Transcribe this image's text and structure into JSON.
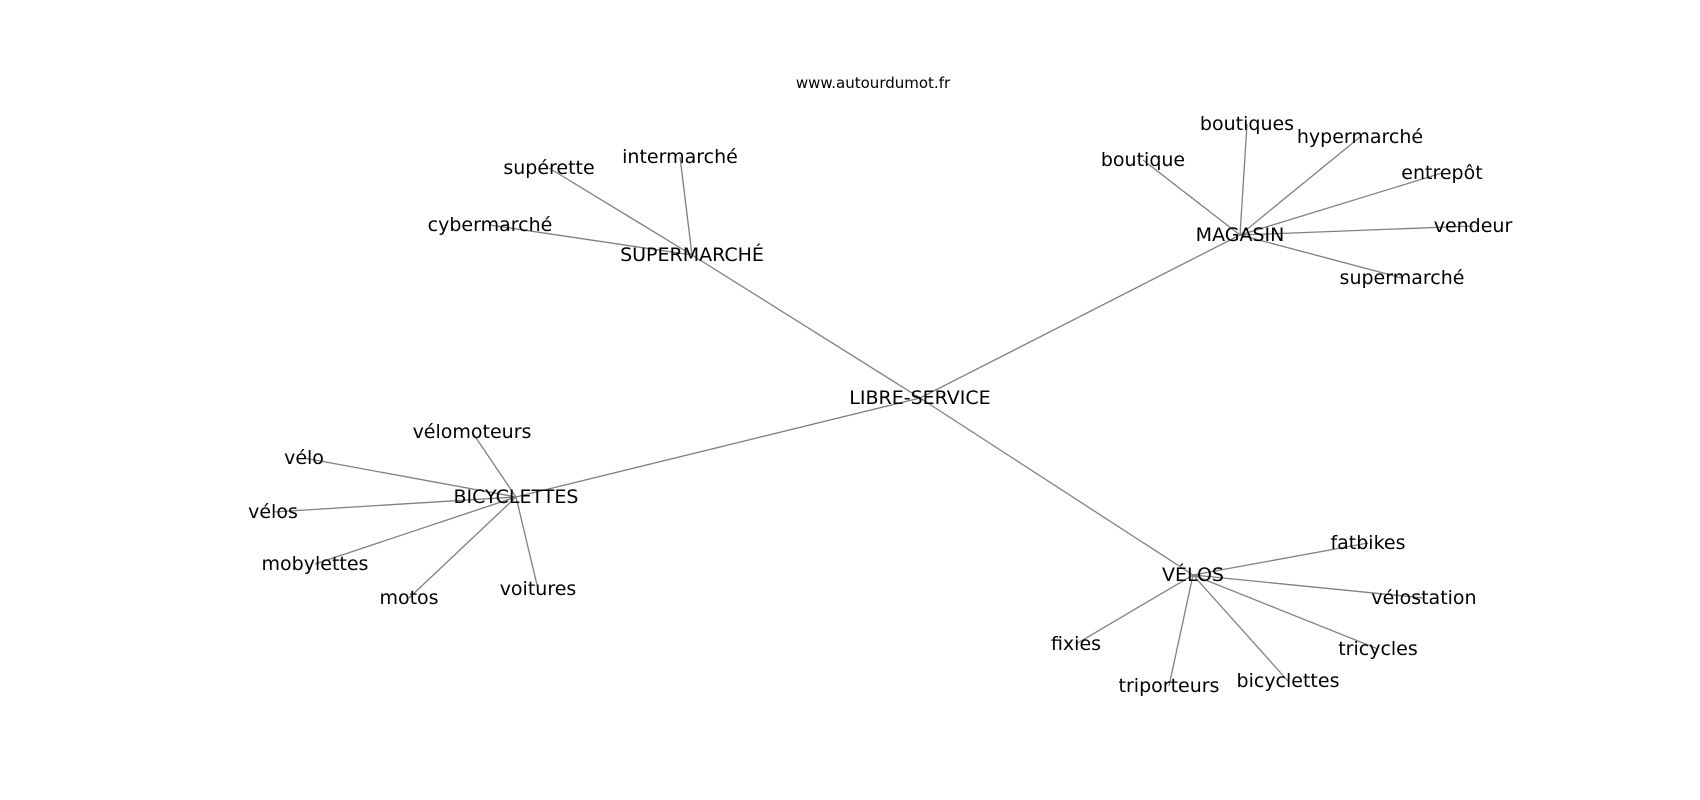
{
  "source": "www.autourdumot.fr",
  "center": {
    "id": "center",
    "label": "LIBRE-SERVICE"
  },
  "hubs": [
    {
      "id": "supermarche",
      "label": "SUPERMARCHÉ",
      "leaves": [
        "supérette",
        "intermarché",
        "cybermarché"
      ]
    },
    {
      "id": "magasin",
      "label": "MAGASIN",
      "leaves": [
        "boutique",
        "boutiques",
        "hypermarché",
        "entrepôt",
        "vendeur",
        "supermarché"
      ]
    },
    {
      "id": "bicyclettes",
      "label": "BICYCLETTES",
      "leaves": [
        "vélomoteurs",
        "vélo",
        "vélos",
        "mobylettes",
        "motos",
        "voitures"
      ]
    },
    {
      "id": "velos",
      "label": "VÉLOS",
      "leaves": [
        "fatbikes",
        "vélostation",
        "tricycles",
        "bicyclettes",
        "triporteurs",
        "fixies"
      ]
    }
  ]
}
